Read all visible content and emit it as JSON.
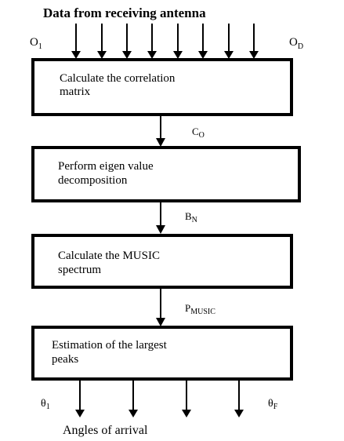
{
  "input": {
    "title": "Data from receiving antenna",
    "left_label": {
      "base": "O",
      "sub": "1"
    },
    "right_label": {
      "base": "O",
      "sub": "D"
    }
  },
  "steps": [
    {
      "lines": [
        "Calculate the correlation",
        "matrix"
      ],
      "output": {
        "base": "C",
        "sub": "O"
      }
    },
    {
      "lines": [
        "Perform eigen value",
        "decomposition"
      ],
      "output": {
        "base": "B",
        "sub": "N"
      }
    },
    {
      "lines": [
        "Calculate the MUSIC",
        "spectrum"
      ],
      "output": {
        "base": "P",
        "sub": "MUSIC"
      }
    },
    {
      "lines": [
        "Estimation of the largest",
        "peaks"
      ],
      "output": null
    }
  ],
  "result": {
    "title": "Angles of arrival",
    "left_label": {
      "base": "θ",
      "sub": "1"
    },
    "right_label": {
      "base": "θ",
      "sub": "F"
    }
  },
  "icons": {
    "arrow": "down-arrow-icon"
  }
}
